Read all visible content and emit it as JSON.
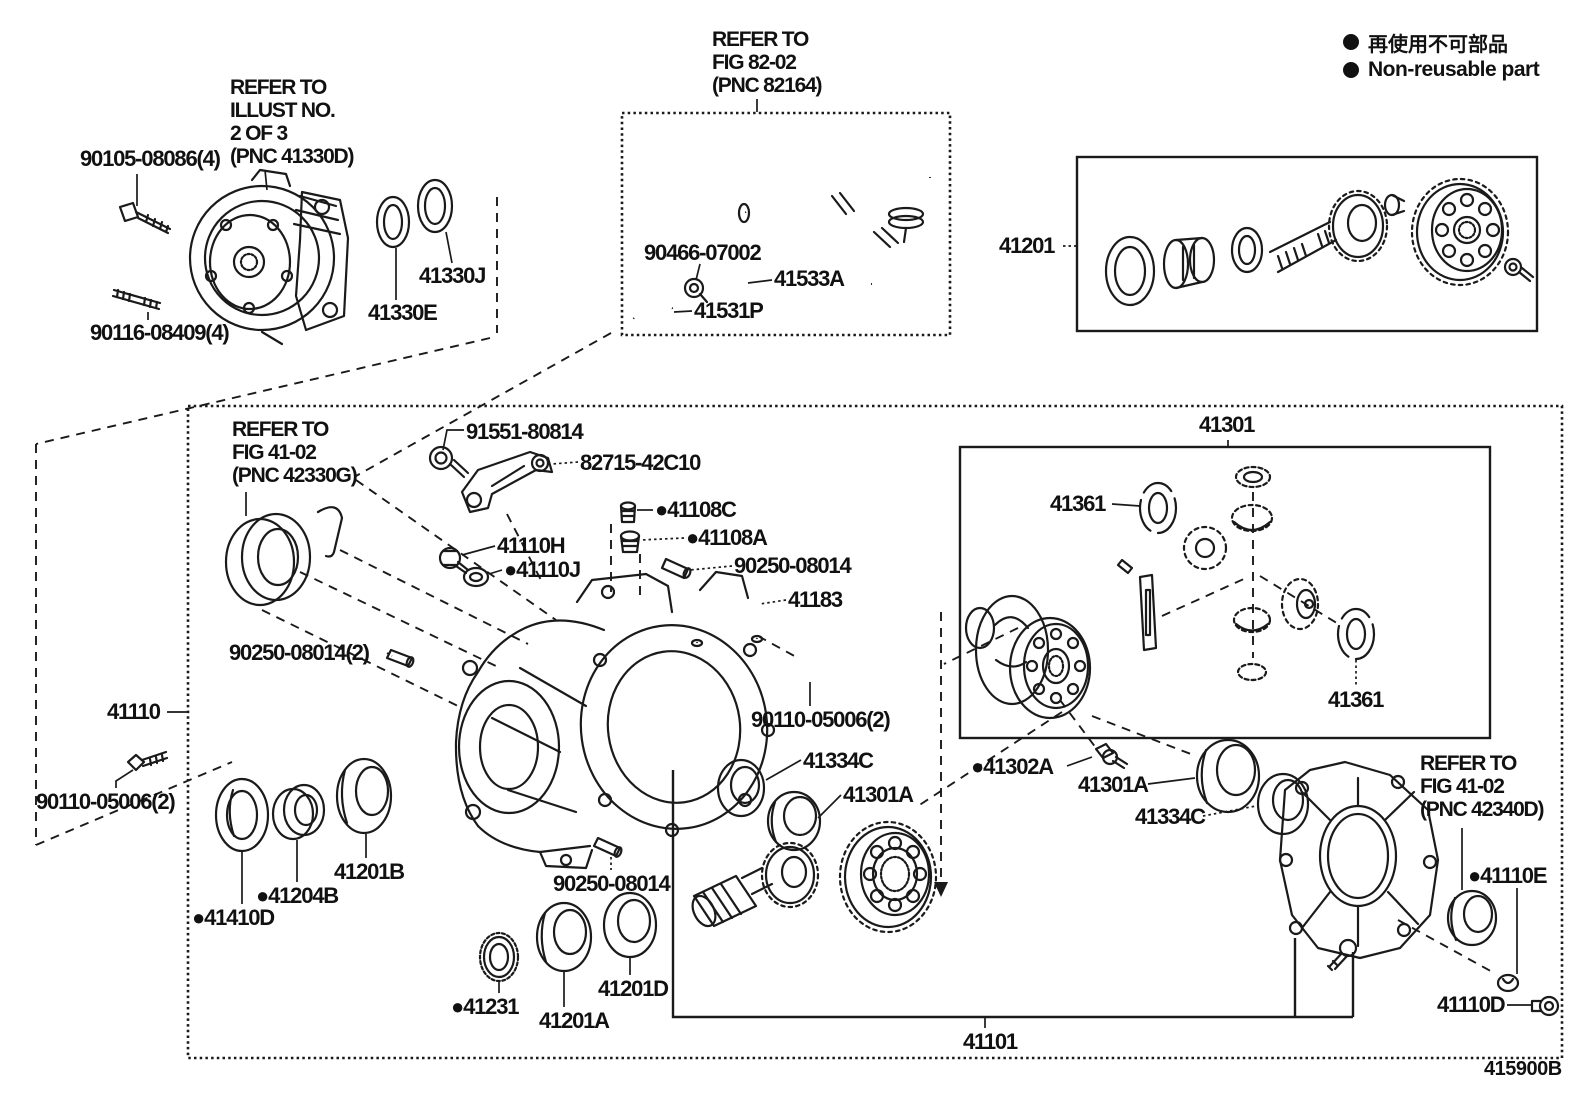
{
  "legend": {
    "marker_icon": "filled-circle",
    "jp": "再使用不可部品",
    "en": "Non-reusable part"
  },
  "figure_number": "415900B",
  "notes": {
    "illust_no": "REFER TO\nILLUST NO.\n2 OF 3\n(PNC 41330D)",
    "fig_82_02": "REFER TO\nFIG 82-02\n(PNC 82164)",
    "fig_41_02_42330g": "REFER TO\nFIG 41-02\n(PNC 42330G)",
    "fig_41_02_42340d": "REFER TO\nFIG 41-02\n(PNC 42340D)"
  },
  "callouts": {
    "bolt_90105": "90105-08086(4)",
    "stud_90116": "90116-08409(4)",
    "seal_41330E": "41330E",
    "ring_41330J": "41330J",
    "clamp_90466": "90466-07002",
    "pipe_41533A": "41533A",
    "hose_41531P": "41531P",
    "gear_set_41201": "41201",
    "bolt_91551": "91551-80814",
    "bracket_82715": "82715-42C10",
    "plug_41108C": "●41108C",
    "plug_41108A": "●41108A",
    "pin_90250_top": "90250-08014",
    "deflector_41183": "41183",
    "plug_41110H": "41110H",
    "gasket_41110J": "●41110J",
    "pin_90250_2": "90250-08014(2)",
    "carrier_41110": "41110",
    "bolt_90110_left": "90110-05006(2)",
    "bearing_41201B": "41201B",
    "spacer_41204B": "●41204B",
    "seal_41410D": "●41410D",
    "seal_41231": "●41231",
    "bearing_41201A": "41201A",
    "race_41201D": "41201D",
    "pin_90250_3": "90250-08014",
    "bolt_90110_center": "90110-05006(2)",
    "race_41334C_left": "41334C",
    "bearing_41301A_left": "41301A",
    "case_41301": "41301",
    "washer_41361_left": "41361",
    "washer_41361_right": "41361",
    "bolt_41302A": "●41302A",
    "bearing_41301A_right": "41301A",
    "race_41334C_right": "41334C",
    "seal_41110E": "●41110E",
    "plug_41110D": "41110D",
    "assembly_41101": "41101"
  }
}
